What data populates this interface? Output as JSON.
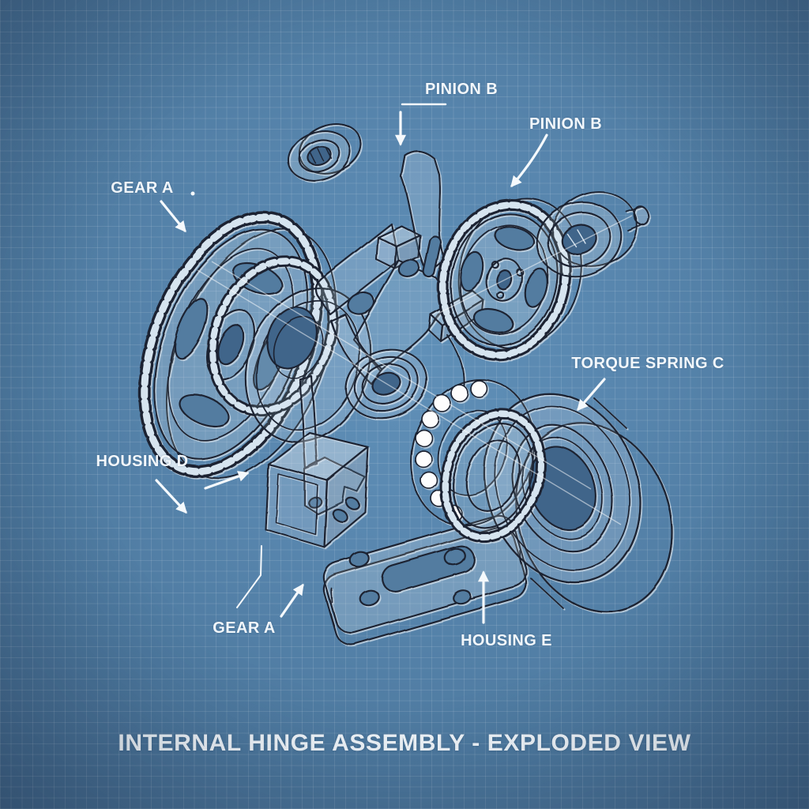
{
  "diagram": {
    "title": "INTERNAL HINGE ASSEMBLY - EXPLODED VIEW",
    "style": "blueprint-exploded-view",
    "labels": [
      {
        "id": "pinion-b-1",
        "text": "PINION B"
      },
      {
        "id": "pinion-b-2",
        "text": "PINION B"
      },
      {
        "id": "gear-a-1",
        "text": "GEAR A"
      },
      {
        "id": "torque-spring-c",
        "text": "TORQUE SPRING C"
      },
      {
        "id": "housing-d",
        "text": "HOUSING D"
      },
      {
        "id": "gear-a-2",
        "text": "GEAR A"
      },
      {
        "id": "housing-e",
        "text": "HOUSING E"
      }
    ],
    "parts": [
      "bearing-ring-top",
      "gear-a-spur-gear",
      "cluster-gear-hub",
      "hinge-bracket-plate",
      "pinion-gear-b",
      "bearing-cup",
      "retaining-bolt",
      "ball-bearing-race",
      "ring-gear",
      "torque-spring-drum",
      "housing-d-box",
      "housing-e-base-plate"
    ],
    "colors": {
      "background": "#5886ae",
      "grid": "rgba(255,255,255,0.11)",
      "ink": "#1a2330",
      "chalk": "#e8f1f8",
      "hole": "#537ca0",
      "bore": "#41658a",
      "label_text": "#f2f7fb"
    }
  }
}
